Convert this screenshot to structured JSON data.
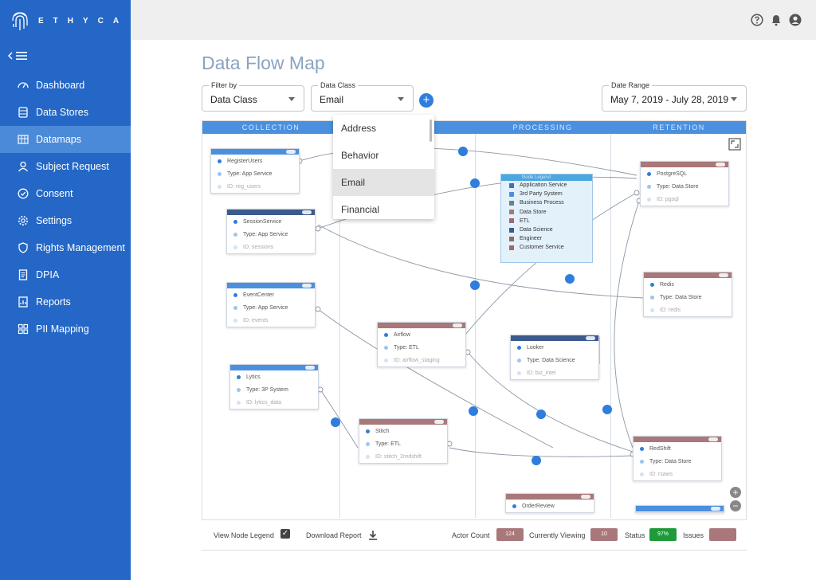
{
  "app": {
    "brand": "ETHYCA"
  },
  "sidebar": {
    "items": [
      {
        "label": "Dashboard",
        "icon": "dashboard-icon"
      },
      {
        "label": "Data Stores",
        "icon": "database-icon"
      },
      {
        "label": "Datamaps",
        "icon": "datamap-icon",
        "active": true
      },
      {
        "label": "Subject Request",
        "icon": "user-icon"
      },
      {
        "label": "Consent",
        "icon": "check-circle-icon"
      },
      {
        "label": "Settings",
        "icon": "gear-icon"
      },
      {
        "label": "Rights Management",
        "icon": "shield-icon"
      },
      {
        "label": "DPIA",
        "icon": "document-icon"
      },
      {
        "label": "Reports",
        "icon": "report-icon"
      },
      {
        "label": "PII Mapping",
        "icon": "grid-icon"
      }
    ]
  },
  "page": {
    "title": "Data Flow Map"
  },
  "filters": {
    "filter_by": {
      "label": "Filter by",
      "value": "Data Class"
    },
    "data_class": {
      "label": "Data Class",
      "value": "Email",
      "options": [
        "Address",
        "Behavior",
        "Email",
        "Financial"
      ]
    },
    "date_range": {
      "label": "Date Range",
      "value": "May 7, 2019 - July 28, 2019"
    }
  },
  "map": {
    "columns": [
      "COLLECTION",
      "",
      "PROCESSING",
      "RETENTION"
    ],
    "nodes": [
      {
        "id": "registerusers",
        "name": "RegisterUsers",
        "type": "Type: App Service",
        "ident": "ID: reg_users"
      },
      {
        "id": "sessionservice",
        "name": "SessionService",
        "type": "Type: App Service",
        "ident": "ID: sessions"
      },
      {
        "id": "eventcenter",
        "name": "EventCenter",
        "type": "Type: App Service",
        "ident": "ID: events"
      },
      {
        "id": "lytics",
        "name": "Lytics",
        "type": "Type: 3P System",
        "ident": "ID: lytics_data"
      },
      {
        "id": "airflow",
        "name": "Airflow",
        "type": "Type: ETL",
        "ident": "ID: airflow_staging"
      },
      {
        "id": "stitch",
        "name": "Stitch",
        "type": "Type: ETL",
        "ident": "ID: stitch_2redshift"
      },
      {
        "id": "looker",
        "name": "Looker",
        "type": "Type: Data Science",
        "ident": "ID: biz_intel"
      },
      {
        "id": "orderreview",
        "name": "OrderReview"
      },
      {
        "id": "postgresql",
        "name": "PostgreSQL",
        "type": "Type: Data Store",
        "ident": "ID: pgsql"
      },
      {
        "id": "redis",
        "name": "Redis",
        "type": "Type: Data Store",
        "ident": "ID: redis"
      },
      {
        "id": "redshift",
        "name": "RedShift",
        "type": "Type: Data Store",
        "ident": "ID: rsaws"
      }
    ],
    "legend": {
      "title": "Node Legend",
      "items": [
        {
          "label": "Application Service",
          "color": "#3f6fc0"
        },
        {
          "label": "3rd Party System",
          "color": "#4a90df"
        },
        {
          "label": "Business Process",
          "color": "#6d7f8f"
        },
        {
          "label": "Data Store",
          "color": "#a8787a"
        },
        {
          "label": "ETL",
          "color": "#9a6a6c"
        },
        {
          "label": "Data Science",
          "color": "#3c5a8e"
        },
        {
          "label": "Engineer",
          "color": "#8c6a6a"
        },
        {
          "label": "Customer Service",
          "color": "#a06868"
        }
      ]
    }
  },
  "footer": {
    "view_legend": "View Node Legend",
    "download": "Download Report",
    "actor_count": "Actor Count",
    "currently_viewing": "Currently Viewing",
    "status": "Status",
    "issues": "Issues",
    "actor_count_value": "124",
    "currently_viewing_value": "10",
    "status_value": "97%"
  },
  "colors": {
    "sidebar": "#2467c6",
    "accent": "#2f7ddc",
    "status_green": "#1e9a3a",
    "issues_rose": "#a8787a"
  }
}
